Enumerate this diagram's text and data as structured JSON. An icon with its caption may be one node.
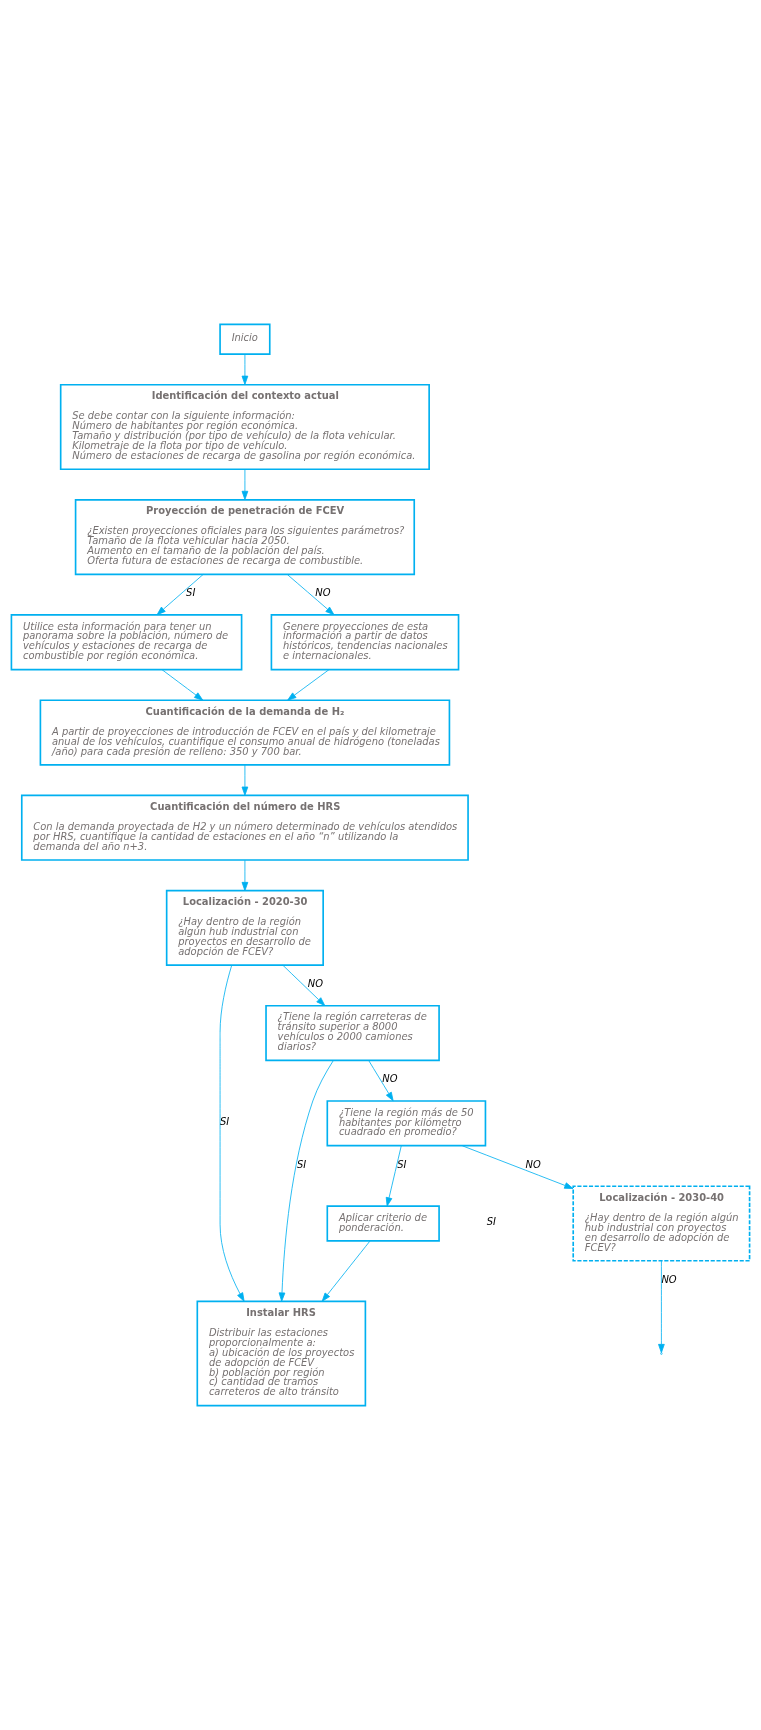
{
  "diagram": {
    "nodes": [
      {
        "text": [
          "Inicio"
        ]
      },
      {
        "text": [
          "Identificación del contexto actual",
          "Se debe contar con la siguiente información:",
          "Número de habitantes por región económica.",
          "Tamaño y distribución (por tipo de vehículo) de la flota vehicular.",
          "Kilometraje de la flota por tipo de vehículo.",
          "Número de estaciones de recarga de gasolina por región económica."
        ]
      },
      {
        "text": [
          "Proyección de penetración de FCEV",
          "¿Existen proyecciones oficiales para los siguientes parámetros?",
          "Tamaño de la flota vehicular hacia 2050.",
          "Aumento en el tamaño de la población del país.",
          "Oferta futura de estaciones de recarga de combustible."
        ]
      },
      {
        "text": [
          "Utilice esta información para tener un panorama sobre la población, número de vehículos y estaciones de recarga de combustible por región económica."
        ]
      },
      {
        "text": [
          "Genere proyecciones de esta información a partir de datos históricos, tendencias nacionales e internacionales."
        ]
      },
      {
        "text": [
          "Cuantificación de la demanda de H₂",
          "A partir de proyecciones de introducción de FCEV en el país y del kilometraje anual de los vehículos, cuantifique el consumo anual de hidrógeno (toneladas /año) para cada presión de relleno: 350 y 700 bar."
        ]
      },
      {
        "text": [
          "Cuantificación del número de HRS",
          "Con la demanda proyectada de H2 y un número determinado de vehículos atendidos por HRS, cuantifique la cantidad de estaciones en el año “n” utilizando la demanda del año n+3."
        ]
      },
      {
        "text": [
          "Localización - 2020-30",
          "¿Hay dentro de la región algún hub industrial con proyectos en desarrollo de adopción de FCEV?"
        ]
      },
      {
        "text": [
          "¿Tiene la región carreteras de tránsito superior a 8000 vehículos o 2000 camiones diarios?"
        ]
      },
      {
        "text": [
          "¿Tiene la región más de 50 habitantes por kilómetro cuadrado en promedio?"
        ]
      },
      {
        "text": [
          "Aplicar criterio de ponderación."
        ]
      },
      {
        "text": [
          "Instalar HRS",
          "Distribuir las estaciones proporcionalmente a:",
          "a) ubicación de los proyectos de adopción de FCEV",
          "b) población por región",
          "c) cantidad de tramos carreteros de alto tránsito"
        ]
      },
      {
        "text": [
          "Localización - 2030-40",
          "¿Hay dentro de la región algún hub industrial con proyectos en desarrollo de adopción de FCEV?"
        ]
      }
    ],
    "edges": [
      {
        "from": 0,
        "to": 1,
        "arrow": "to"
      },
      {
        "from": 1,
        "to": 2,
        "arrow": "to"
      },
      {
        "from": 2,
        "to": 3,
        "arrow": "to",
        "label": "SI"
      },
      {
        "from": 2,
        "to": 4,
        "arrow": "to",
        "label": "NO"
      },
      {
        "from": 3,
        "to": 5,
        "arrow": "to"
      },
      {
        "from": 4,
        "to": 5,
        "arrow": "to"
      },
      {
        "from": 5,
        "to": 6,
        "arrow": "to"
      },
      {
        "from": 6,
        "to": 7,
        "arrow": "to"
      },
      {
        "from": 7,
        "to": 8,
        "arrow": "to",
        "label": "NO"
      },
      {
        "from": 7,
        "to": 11,
        "arrow": "to",
        "label": "SI"
      },
      {
        "from": 8,
        "to": 11,
        "arrow": "to",
        "label": "SI"
      },
      {
        "from": 8,
        "to": 9,
        "arrow": "to",
        "label": "NO"
      },
      {
        "from": 9,
        "to": 10,
        "arrow": "to",
        "label": "SI"
      },
      {
        "from": 9,
        "to": 12,
        "arrow": "to",
        "label": "NO"
      },
      {
        "from": 10,
        "to": 11,
        "arrow": "to"
      },
      {
        "from": 12,
        "to": null,
        "arrow": "to",
        "label": "NO"
      }
    ],
    "labels": [
      "SI"
    ]
  }
}
